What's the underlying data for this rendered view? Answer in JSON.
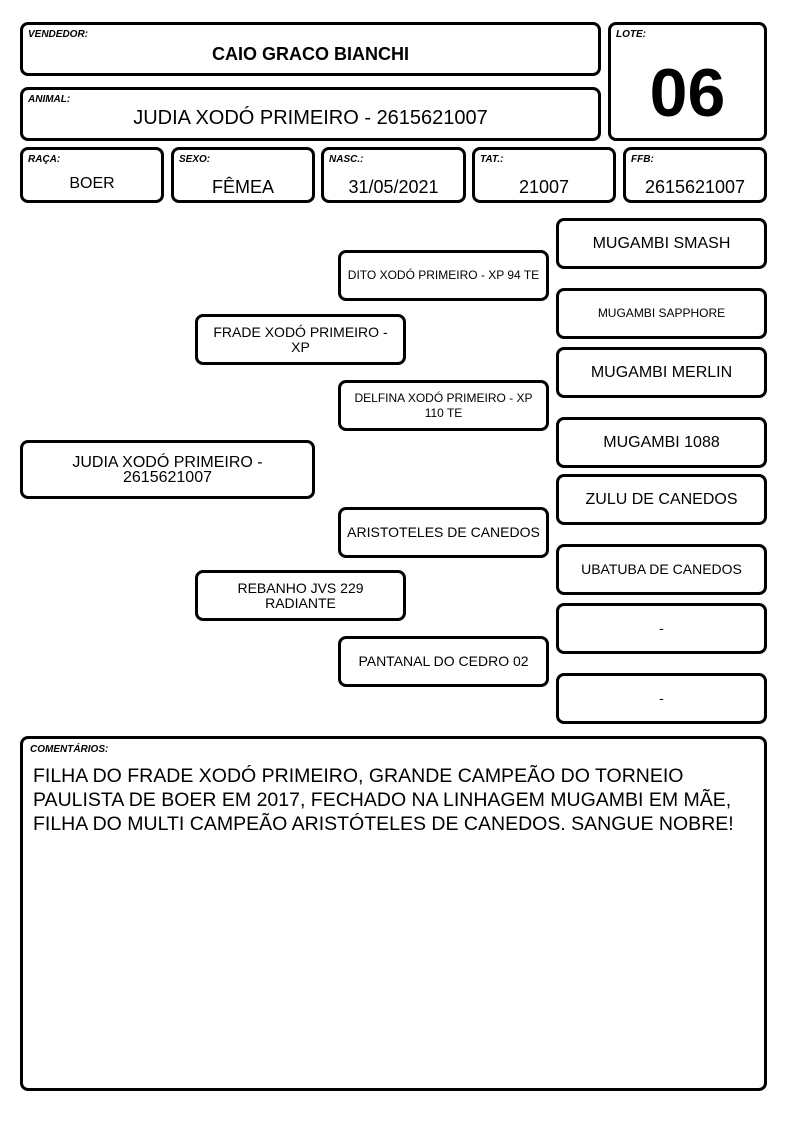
{
  "header": {
    "vendedor_label": "VENDEDOR:",
    "vendedor": "CAIO GRACO BIANCHI",
    "lote_label": "LOTE:",
    "lote": "06",
    "animal_label": "ANIMAL:",
    "animal": "JUDIA XODÓ PRIMEIRO - 2615621007"
  },
  "info": {
    "raca_label": "RAÇA:",
    "raca": "BOER",
    "sexo_label": "SEXO:",
    "sexo": "FÊMEA",
    "nasc_label": "NASC.:",
    "nasc": "31/05/2021",
    "tat_label": "TAT.:",
    "tat": "21007",
    "ffb_label": "FFB:",
    "ffb": "2615621007"
  },
  "pedigree": {
    "subject": "JUDIA XODÓ PRIMEIRO - 2615621007",
    "sire": "FRADE XODÓ PRIMEIRO - XP",
    "dam": "REBANHO JVS 229 RADIANTE",
    "sire_sire": "DITO XODÓ PRIMEIRO - XP 94 TE",
    "sire_dam": "DELFINA XODÓ PRIMEIRO - XP 110 TE",
    "dam_sire": "ARISTOTELES DE CANEDOS",
    "dam_dam": "PANTANAL DO CEDRO 02",
    "ggp": [
      "MUGAMBI SMASH",
      "MUGAMBI SAPPHORE",
      "MUGAMBI MERLIN",
      "MUGAMBI 1088",
      "ZULU DE CANEDOS",
      "UBATUBA DE CANEDOS",
      "-",
      "-"
    ]
  },
  "comments": {
    "label": "COMENTÁRIOS:",
    "text": "FILHA DO FRADE XODÓ PRIMEIRO, GRANDE CAMPEÃO DO TORNEIO PAULISTA DE BOER EM 2017, FECHADO NA LINHAGEM MUGAMBI EM MÃE, FILHA DO MULTI CAMPEÃO ARISTÓTELES DE CANEDOS. SANGUE NOBRE!"
  }
}
